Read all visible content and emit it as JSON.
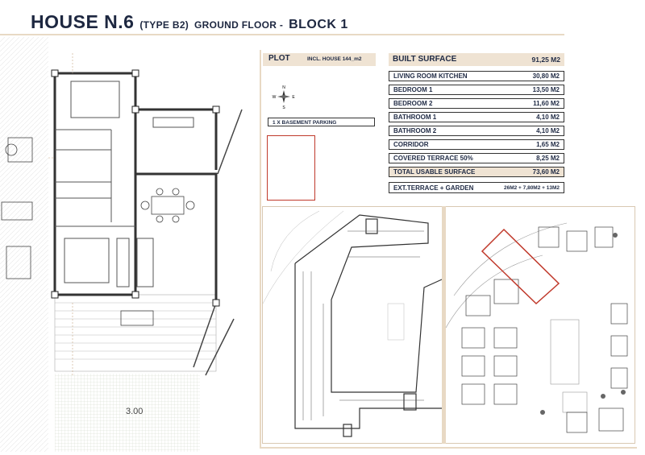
{
  "header": {
    "title_main": "HOUSE N.6",
    "title_type": "(TYPE B2)",
    "title_floor": "GROUND FLOOR -",
    "title_block": "BLOCK 1"
  },
  "plot": {
    "label": "PLOT",
    "incl": "INCL. HOUSE 144_m2",
    "parking": "1 X BASEMENT PARKING",
    "compass_letters": [
      "N",
      "E",
      "S",
      "W"
    ]
  },
  "surfaces": {
    "built": {
      "label": "BUILT SURFACE",
      "value": "91,25 M2"
    },
    "rows": [
      {
        "label": "LIVING ROOM KITCHEN",
        "value": "30,80 M2"
      },
      {
        "label": "BEDROOM 1",
        "value": "13,50 M2"
      },
      {
        "label": "BEDROOM 2",
        "value": "11,60 M2"
      },
      {
        "label": "BATHROOM 1",
        "value": "4,10 M2"
      },
      {
        "label": "BATHROOM 2",
        "value": "4,10 M2"
      },
      {
        "label": "CORRIDOR",
        "value": "1,65 M2"
      },
      {
        "label": "COVERED TERRACE 50%",
        "value": "8,25 M2"
      },
      {
        "label": "TOTAL USABLE SURFACE",
        "value": "73,60 M2"
      }
    ],
    "ext": {
      "label": "EXT.TERRACE + GARDEN",
      "value": "26M2 + 7,80M2 + 13M2"
    }
  },
  "floorplan": {
    "dimension_label": "3.00"
  }
}
